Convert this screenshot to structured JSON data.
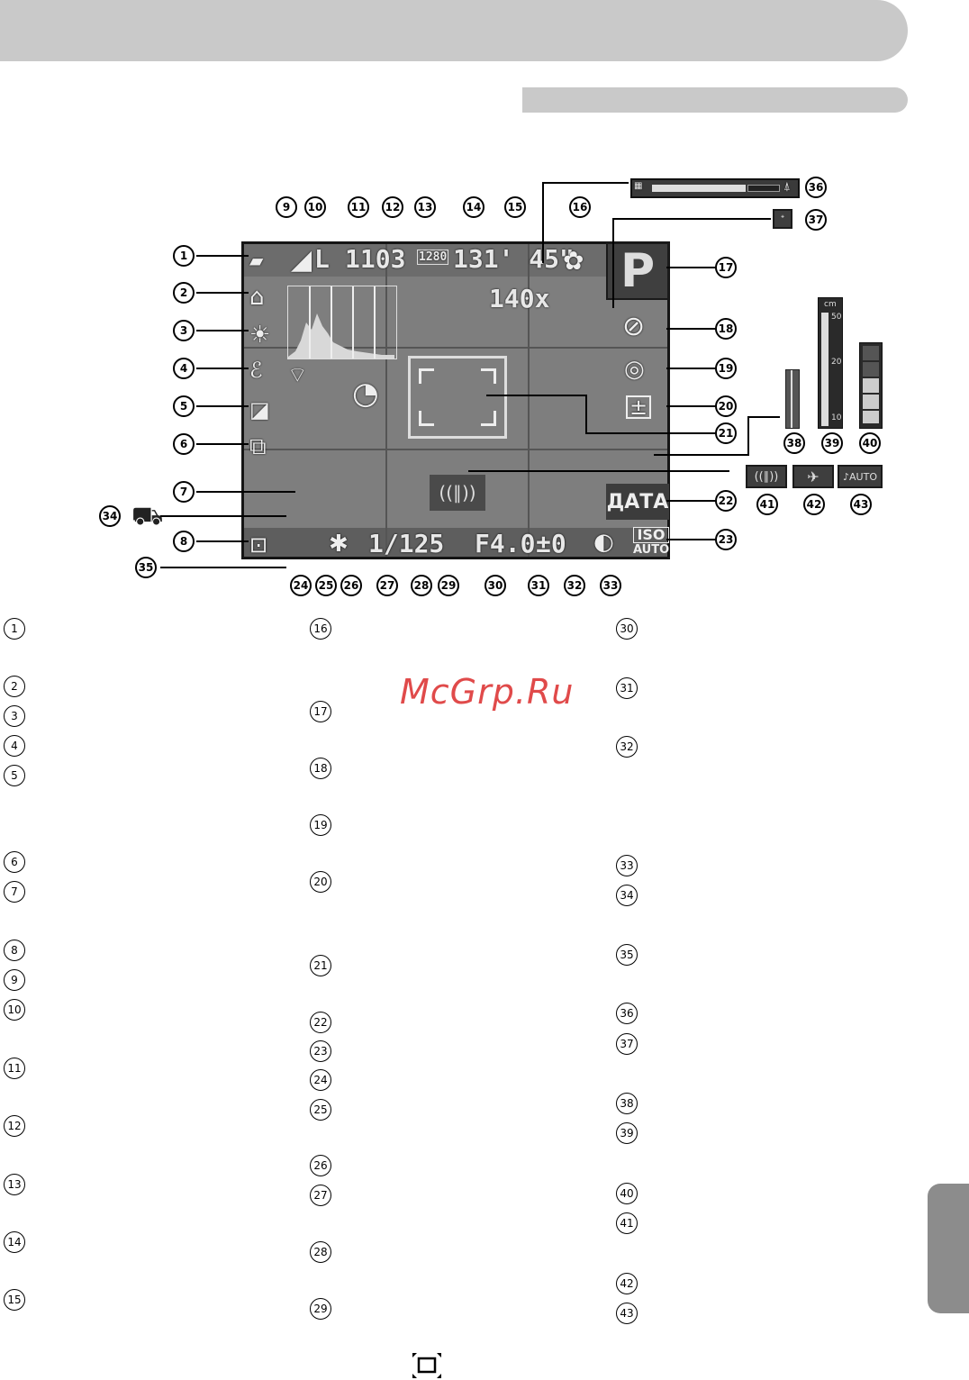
{
  "screen": {
    "shots_remaining": "1103",
    "recording_time": "131' 45\"",
    "digital_zoom": "140x",
    "shutter_speed": "1/125",
    "aperture": "F4.0",
    "exposure_comp": "±0",
    "mode": "P",
    "date_stamp": "ДАТА",
    "image_size": "L",
    "movie_res": "1280",
    "iso_top": "ISO",
    "iso_bottom": "AUTO",
    "focus_range_unit": "cm",
    "focus_range_ticks": [
      "50",
      "20",
      "10"
    ],
    "wind_filter": "AUTO"
  },
  "callouts_diagram": [
    "1",
    "2",
    "3",
    "4",
    "5",
    "6",
    "7",
    "8",
    "9",
    "10",
    "11",
    "12",
    "13",
    "14",
    "15",
    "16",
    "17",
    "18",
    "19",
    "20",
    "21",
    "22",
    "23",
    "24",
    "25",
    "26",
    "27",
    "28",
    "29",
    "30",
    "31",
    "32",
    "33",
    "34",
    "35",
    "36",
    "37",
    "38",
    "39",
    "40",
    "41",
    "42",
    "43"
  ],
  "legend": {
    "col1": [
      "1",
      "2",
      "3",
      "4",
      "5",
      "6",
      "7",
      "8",
      "9",
      "10",
      "11",
      "12",
      "13",
      "14",
      "15"
    ],
    "col2": [
      "16",
      "17",
      "18",
      "19",
      "20",
      "21",
      "22",
      "23",
      "24",
      "25",
      "26",
      "27",
      "28",
      "29"
    ],
    "col3": [
      "30",
      "31",
      "32",
      "33",
      "34",
      "35",
      "36",
      "37",
      "38",
      "39",
      "40",
      "41",
      "42",
      "43"
    ]
  },
  "watermark": "McGrp.Ru",
  "colors": {
    "page_band": "#c9c9c9",
    "side_tab": "#8c8c8c",
    "screen_bg": "#7e7e7e",
    "watermark": "#e04a4a"
  }
}
